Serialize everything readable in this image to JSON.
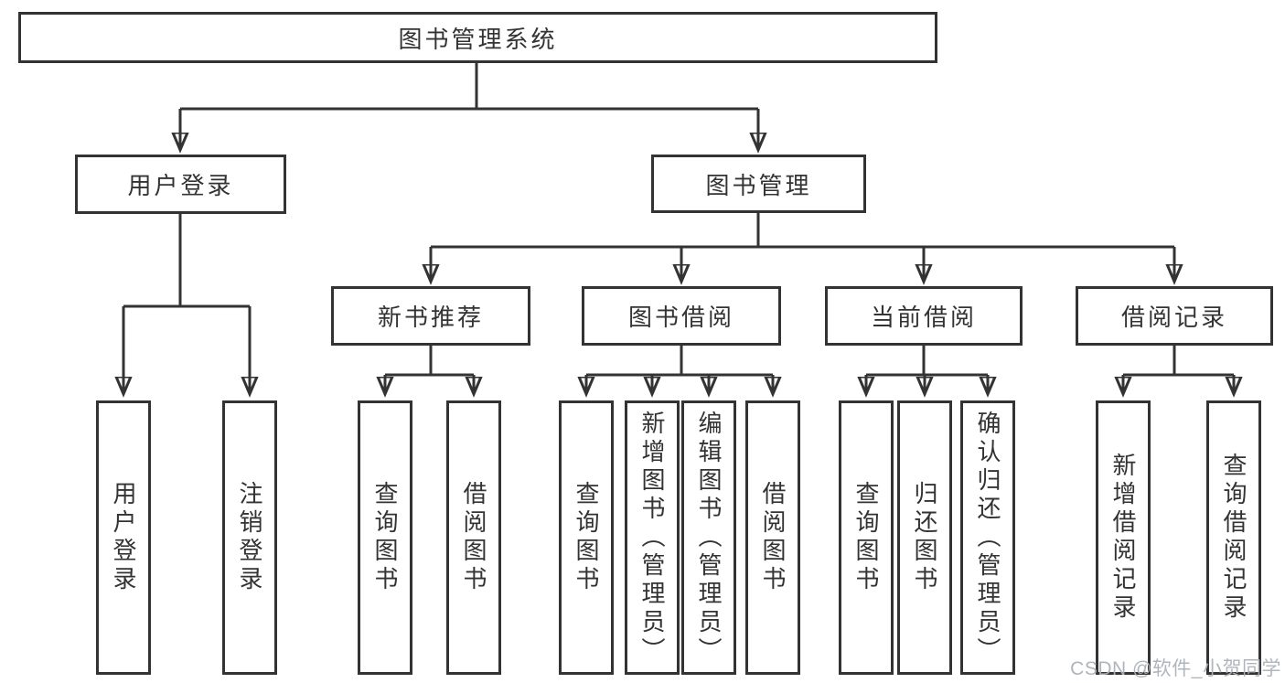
{
  "nodes": {
    "root": "图书管理系统",
    "user_login": "用户登录",
    "book_mgmt": "图书管理",
    "new_book_rec": "新书推荐",
    "book_borrow": "图书借阅",
    "current_borrow": "当前借阅",
    "borrow_records": "借阅记录",
    "leaf_user_login": "用户登录",
    "leaf_logout": "注销登录",
    "g2_query_book": "查询图书",
    "g2_borrow_book": "借阅图书",
    "g3_query_book": "查询图书",
    "g3_add_book": "新增图书（管理员）",
    "g3_edit_book": "编辑图书（管理员）",
    "g3_borrow_book": "借阅图书",
    "g4_query_book": "查询图书",
    "g4_return_book": "归还图书",
    "g4_confirm_return": "确认归还（管理员）",
    "g5_add_record": "新增借阅记录",
    "g5_query_record": "查询借阅记录"
  },
  "structure": [
    {
      "parent": "图书管理系统",
      "children": [
        "用户登录",
        "图书管理"
      ]
    },
    {
      "parent": "用户登录",
      "children": [
        "用户登录",
        "注销登录"
      ]
    },
    {
      "parent": "图书管理",
      "children": [
        "新书推荐",
        "图书借阅",
        "当前借阅",
        "借阅记录"
      ]
    },
    {
      "parent": "新书推荐",
      "children": [
        "查询图书",
        "借阅图书"
      ]
    },
    {
      "parent": "图书借阅",
      "children": [
        "查询图书",
        "新增图书（管理员）",
        "编辑图书（管理员）",
        "借阅图书"
      ]
    },
    {
      "parent": "当前借阅",
      "children": [
        "查询图书",
        "归还图书",
        "确认归还（管理员）"
      ]
    },
    {
      "parent": "借阅记录",
      "children": [
        "新增借阅记录",
        "查询借阅记录"
      ]
    }
  ],
  "watermark": "CSDN @软件_小贺同学",
  "colors": {
    "line": "#333333",
    "box_border": "#333333",
    "box_fill": "#ffffff",
    "text": "#333333",
    "watermark": "#abb1b8",
    "background": "#ffffff"
  }
}
